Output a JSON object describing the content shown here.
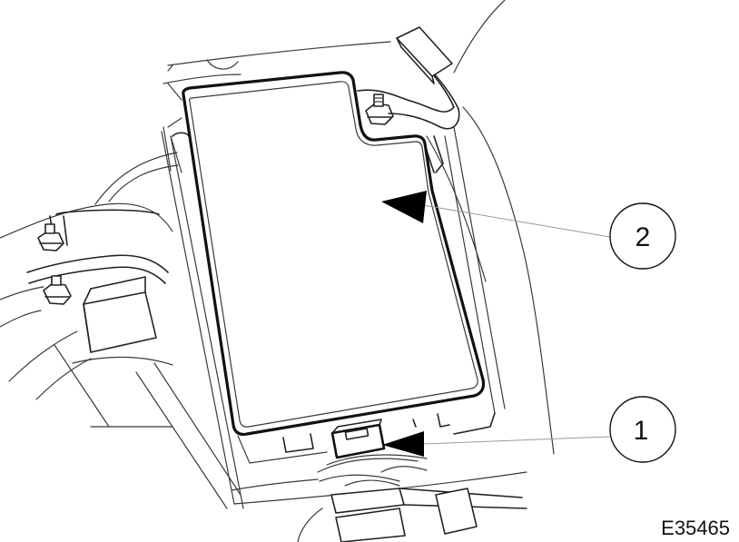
{
  "figure_ref": "E35465",
  "callouts": [
    {
      "number": "1",
      "target": "cover-release-clip"
    },
    {
      "number": "2",
      "target": "fuse-box-cover"
    }
  ]
}
